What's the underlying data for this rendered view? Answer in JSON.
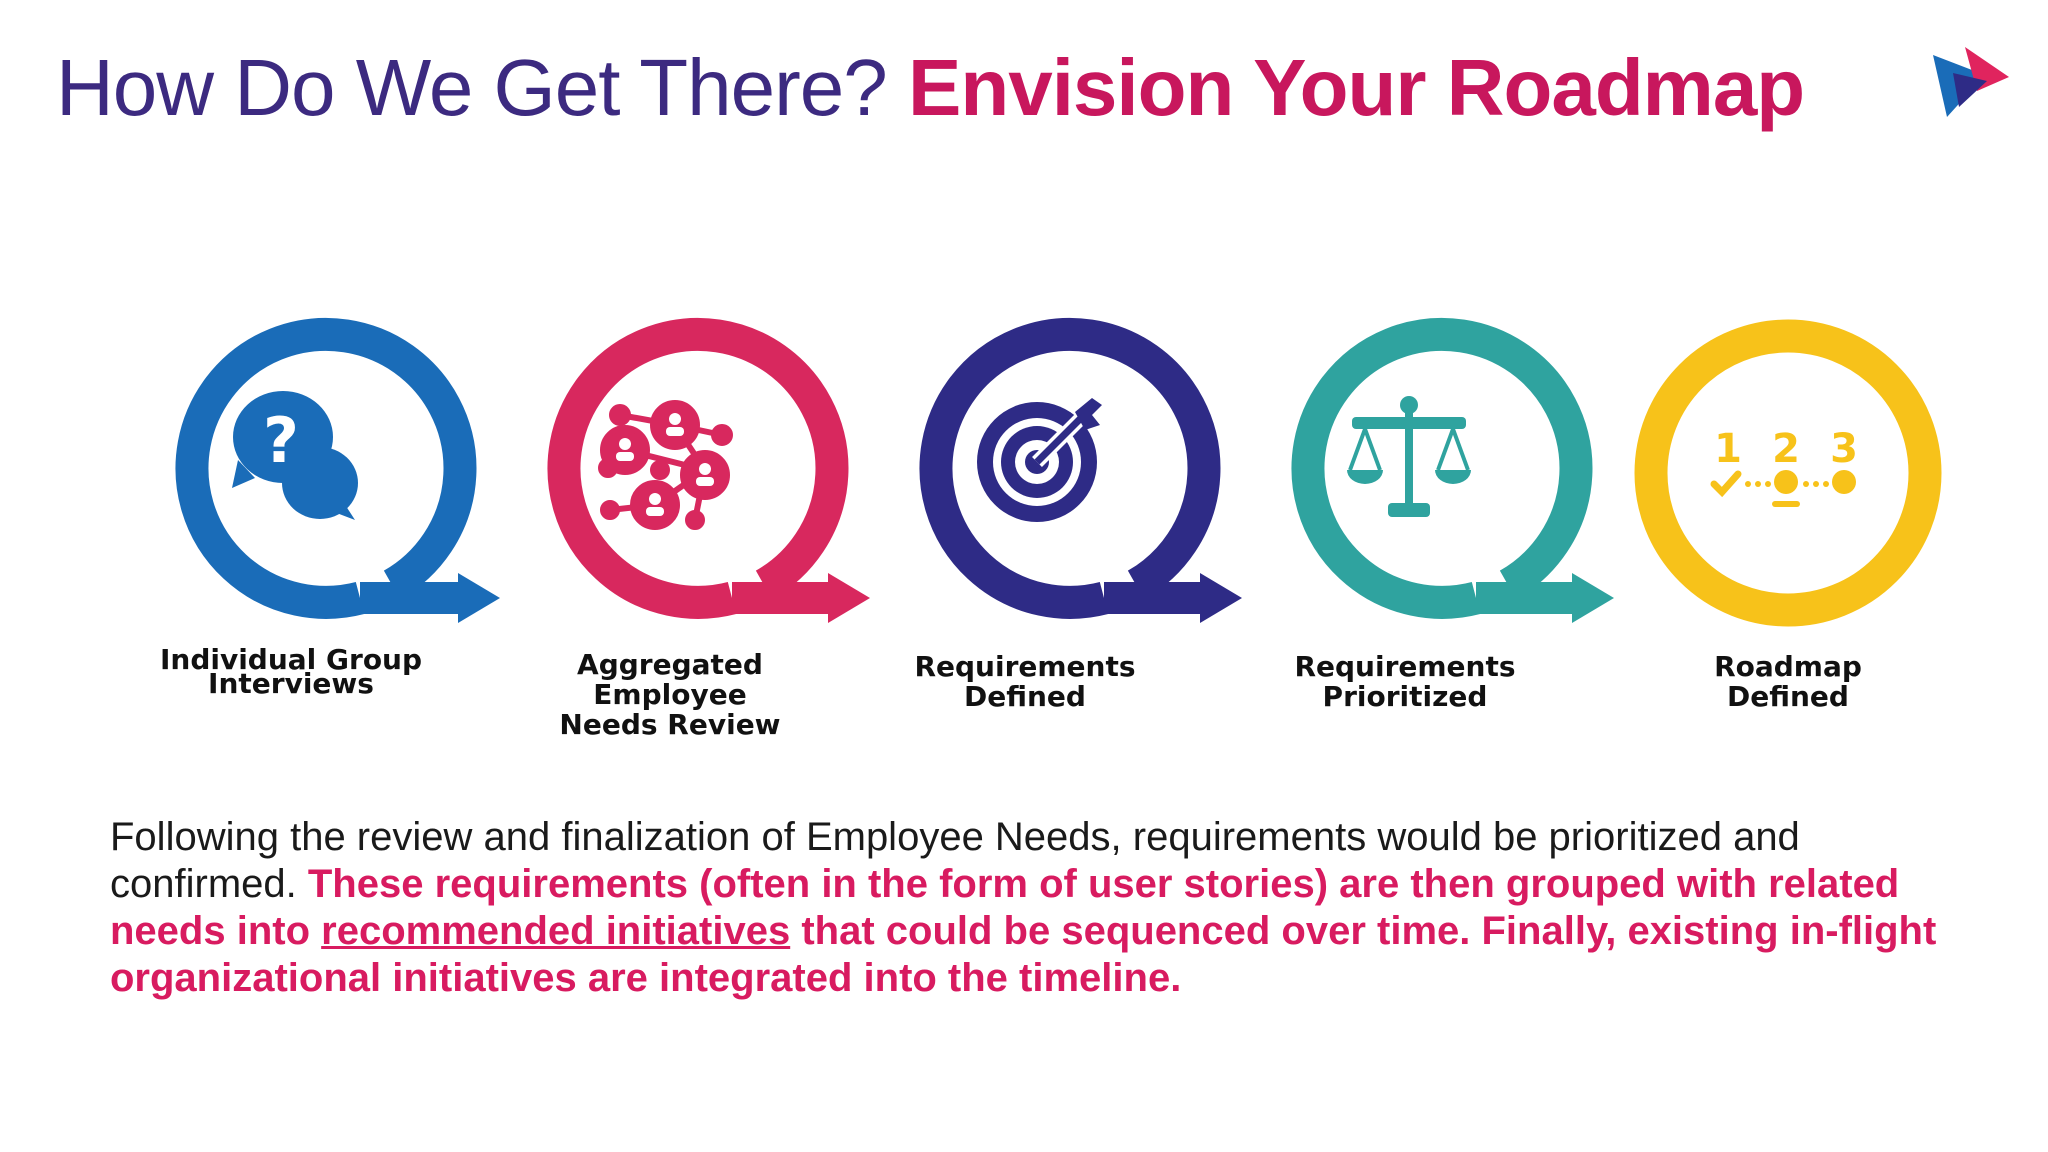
{
  "title": {
    "light": "How Do We Get There?",
    "bold": "Envision Your Roadmap"
  },
  "colors": {
    "blue": "#1a6cb8",
    "pink": "#d8285e",
    "navy": "#2e2b86",
    "teal": "#2fa39f",
    "yellow": "#f7c21a",
    "title_purple": "#3c2a80",
    "title_magenta": "#c8175d"
  },
  "steps": [
    {
      "label": "Individual Group Interviews",
      "icon": "question-chat-icon",
      "color": "#1a6cb8"
    },
    {
      "label": "Aggregated Employee Needs Review",
      "icon": "people-network-icon",
      "color": "#d8285e"
    },
    {
      "label": "Requirements Defined",
      "icon": "target-icon",
      "color": "#2e2b86"
    },
    {
      "label": "Requirements Prioritized",
      "icon": "scale-icon",
      "color": "#2fa39f"
    },
    {
      "label": "Roadmap Defined",
      "icon": "roadmap-steps-icon",
      "color": "#f7c21a"
    }
  ],
  "roadmap_icon_numbers": [
    "1",
    "2",
    "3"
  ],
  "question_mark": "?",
  "paragraph": {
    "plain": "Following the review and finalization of Employee Needs, requirements would be prioritized and confirmed.",
    "highlight_1": "These requirements (often in the form of user stories) are then grouped with related needs into",
    "underlined": "recommended initiatives",
    "highlight_2": "that could be sequenced over time. Finally, existing in-flight organizational initiatives are integrated into the timeline."
  }
}
